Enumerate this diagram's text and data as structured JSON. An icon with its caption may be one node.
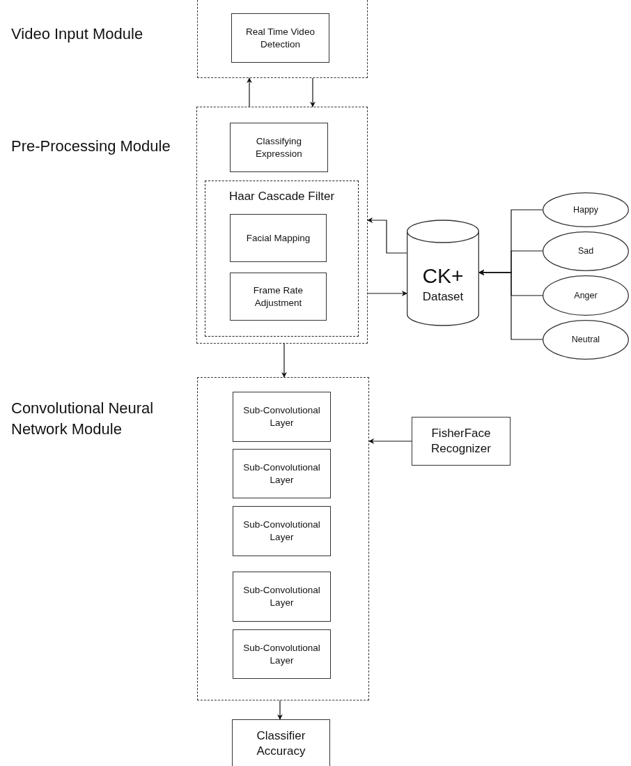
{
  "diagram": {
    "nodes": [
      {
        "text": [
          "Video Input Module"
        ]
      },
      {
        "text": [
          "Real Time Video Detection"
        ],
        "in": 0
      },
      {
        "text": [
          "Pre-Processing Module"
        ]
      },
      {
        "text": [
          "Classifying Expression"
        ],
        "in": 2
      },
      {
        "text": [
          "Haar Cascade Filter"
        ],
        "in": 2
      },
      {
        "text": [
          "Facial Mapping"
        ],
        "in": 4
      },
      {
        "text": [
          "Frame Rate Adjustment"
        ],
        "in": 4
      },
      {
        "text": [
          "CK+",
          "Dataset"
        ]
      },
      {
        "text": [
          "Happy"
        ]
      },
      {
        "text": [
          "Sad"
        ]
      },
      {
        "text": [
          "Anger"
        ]
      },
      {
        "text": [
          "Neutral"
        ]
      },
      {
        "text": [
          "Convolutional Neural Network Module"
        ]
      },
      {
        "text": [
          "Sub-Convolutional Layer"
        ],
        "in": 12
      },
      {
        "text": [
          "Sub-Convolutional Layer"
        ],
        "in": 12
      },
      {
        "text": [
          "Sub-Convolutional Layer"
        ],
        "in": 12
      },
      {
        "text": [
          "Sub-Convolutional Layer"
        ],
        "in": 12
      },
      {
        "text": [
          "Sub-Convolutional Layer"
        ],
        "in": 12
      },
      {
        "text": [
          "FisherFace Recognizer"
        ]
      },
      {
        "text": [
          "Classifier Accuracy"
        ]
      }
    ],
    "edges": [
      {
        "from": 2,
        "to": 0,
        "arrow": "to"
      },
      {
        "from": 0,
        "to": 2,
        "arrow": "to"
      },
      {
        "from": 7,
        "to": 2,
        "arrow": "to"
      },
      {
        "from": 2,
        "to": 7,
        "arrow": "to"
      },
      {
        "from": 8,
        "to": 7,
        "arrow": "to"
      },
      {
        "from": 9,
        "to": 7,
        "arrow": "to"
      },
      {
        "from": 10,
        "to": 7,
        "arrow": "to"
      },
      {
        "from": 11,
        "to": 7,
        "arrow": "to"
      },
      {
        "from": 2,
        "to": 12,
        "arrow": "to"
      },
      {
        "from": 18,
        "to": 12,
        "arrow": "to"
      },
      {
        "from": 12,
        "to": 19,
        "arrow": "to"
      }
    ]
  }
}
